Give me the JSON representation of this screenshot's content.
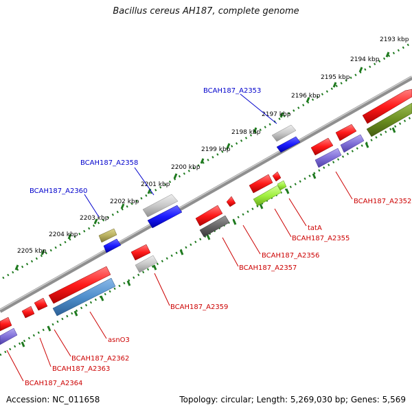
{
  "title": "Bacillus cereus AH187, complete genome",
  "accession_text": "Accession: NC_011658",
  "summary_text": "Topology: circular; Length: 5,269,030 bp; Genes: 5,569",
  "colors": {
    "backbone": "#8f8f8f",
    "ruler_dots": "#1f7a1f",
    "label_blue": "#0000cc",
    "label_red": "#cc0000"
  },
  "ruler_labels": [
    "2193 kbp",
    "2194 kbp",
    "2195 kbp",
    "2196 kbp",
    "2197 kbp",
    "2198 kbp",
    "2199 kbp",
    "2200 kbp",
    "2201 kbp",
    "2202 kbp",
    "2203 kbp",
    "2204 kbp",
    "2205 kbp"
  ],
  "gene_labels": {
    "a2353": "BCAH187_A2353",
    "a2358": "BCAH187_A2358",
    "a2360": "BCAH187_A2360",
    "a2352": "BCAH187_A2352",
    "tatA": "tatA",
    "a2355": "BCAH187_A2355",
    "a2356": "BCAH187_A2356",
    "a2357": "BCAH187_A2357",
    "a2359": "BCAH187_A2359",
    "asnO3": "asnO3",
    "a2362": "BCAH187_A2362",
    "a2363": "BCAH187_A2363",
    "a2364": "BCAH187_A2364"
  },
  "gene_colors": {
    "red": "#ff1a1a",
    "gray": "#c8c8c8",
    "blue": "#1a1aff",
    "olive": "#b8b060",
    "steel": "#4f8fcc",
    "dark": "#666666",
    "lime": "#a0f040",
    "purple": "#8070d8",
    "green": "#6b8f20"
  }
}
